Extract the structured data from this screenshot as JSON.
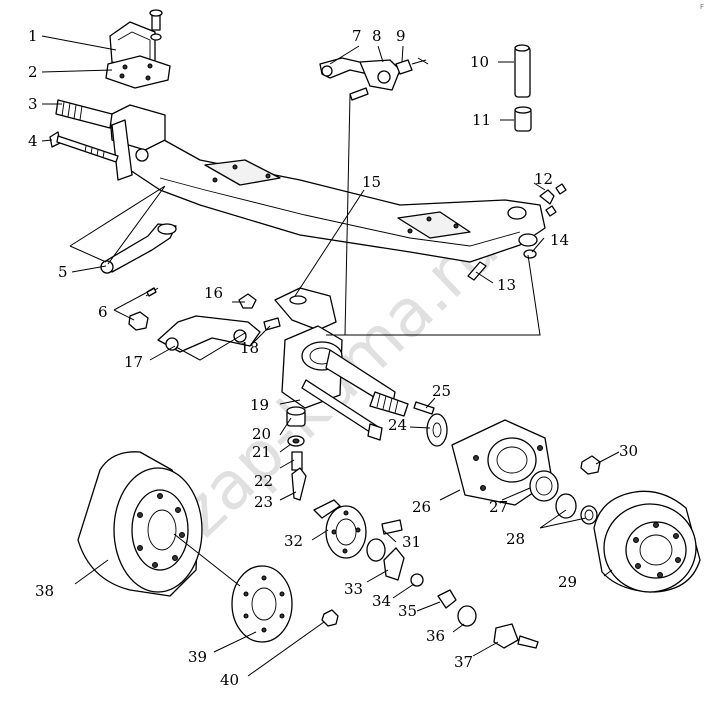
{
  "diagram": {
    "watermark": "zap-kama.ru",
    "corner_mark": "F",
    "labels": [
      "1",
      "2",
      "3",
      "4",
      "5",
      "6",
      "7",
      "8",
      "9",
      "10",
      "11",
      "12",
      "13",
      "14",
      "15",
      "16",
      "17",
      "18",
      "19",
      "20",
      "21",
      "22",
      "23",
      "24",
      "25",
      "26",
      "27",
      "28",
      "29",
      "30",
      "31",
      "32",
      "33",
      "34",
      "35",
      "36",
      "37",
      "38",
      "39",
      "40"
    ]
  }
}
